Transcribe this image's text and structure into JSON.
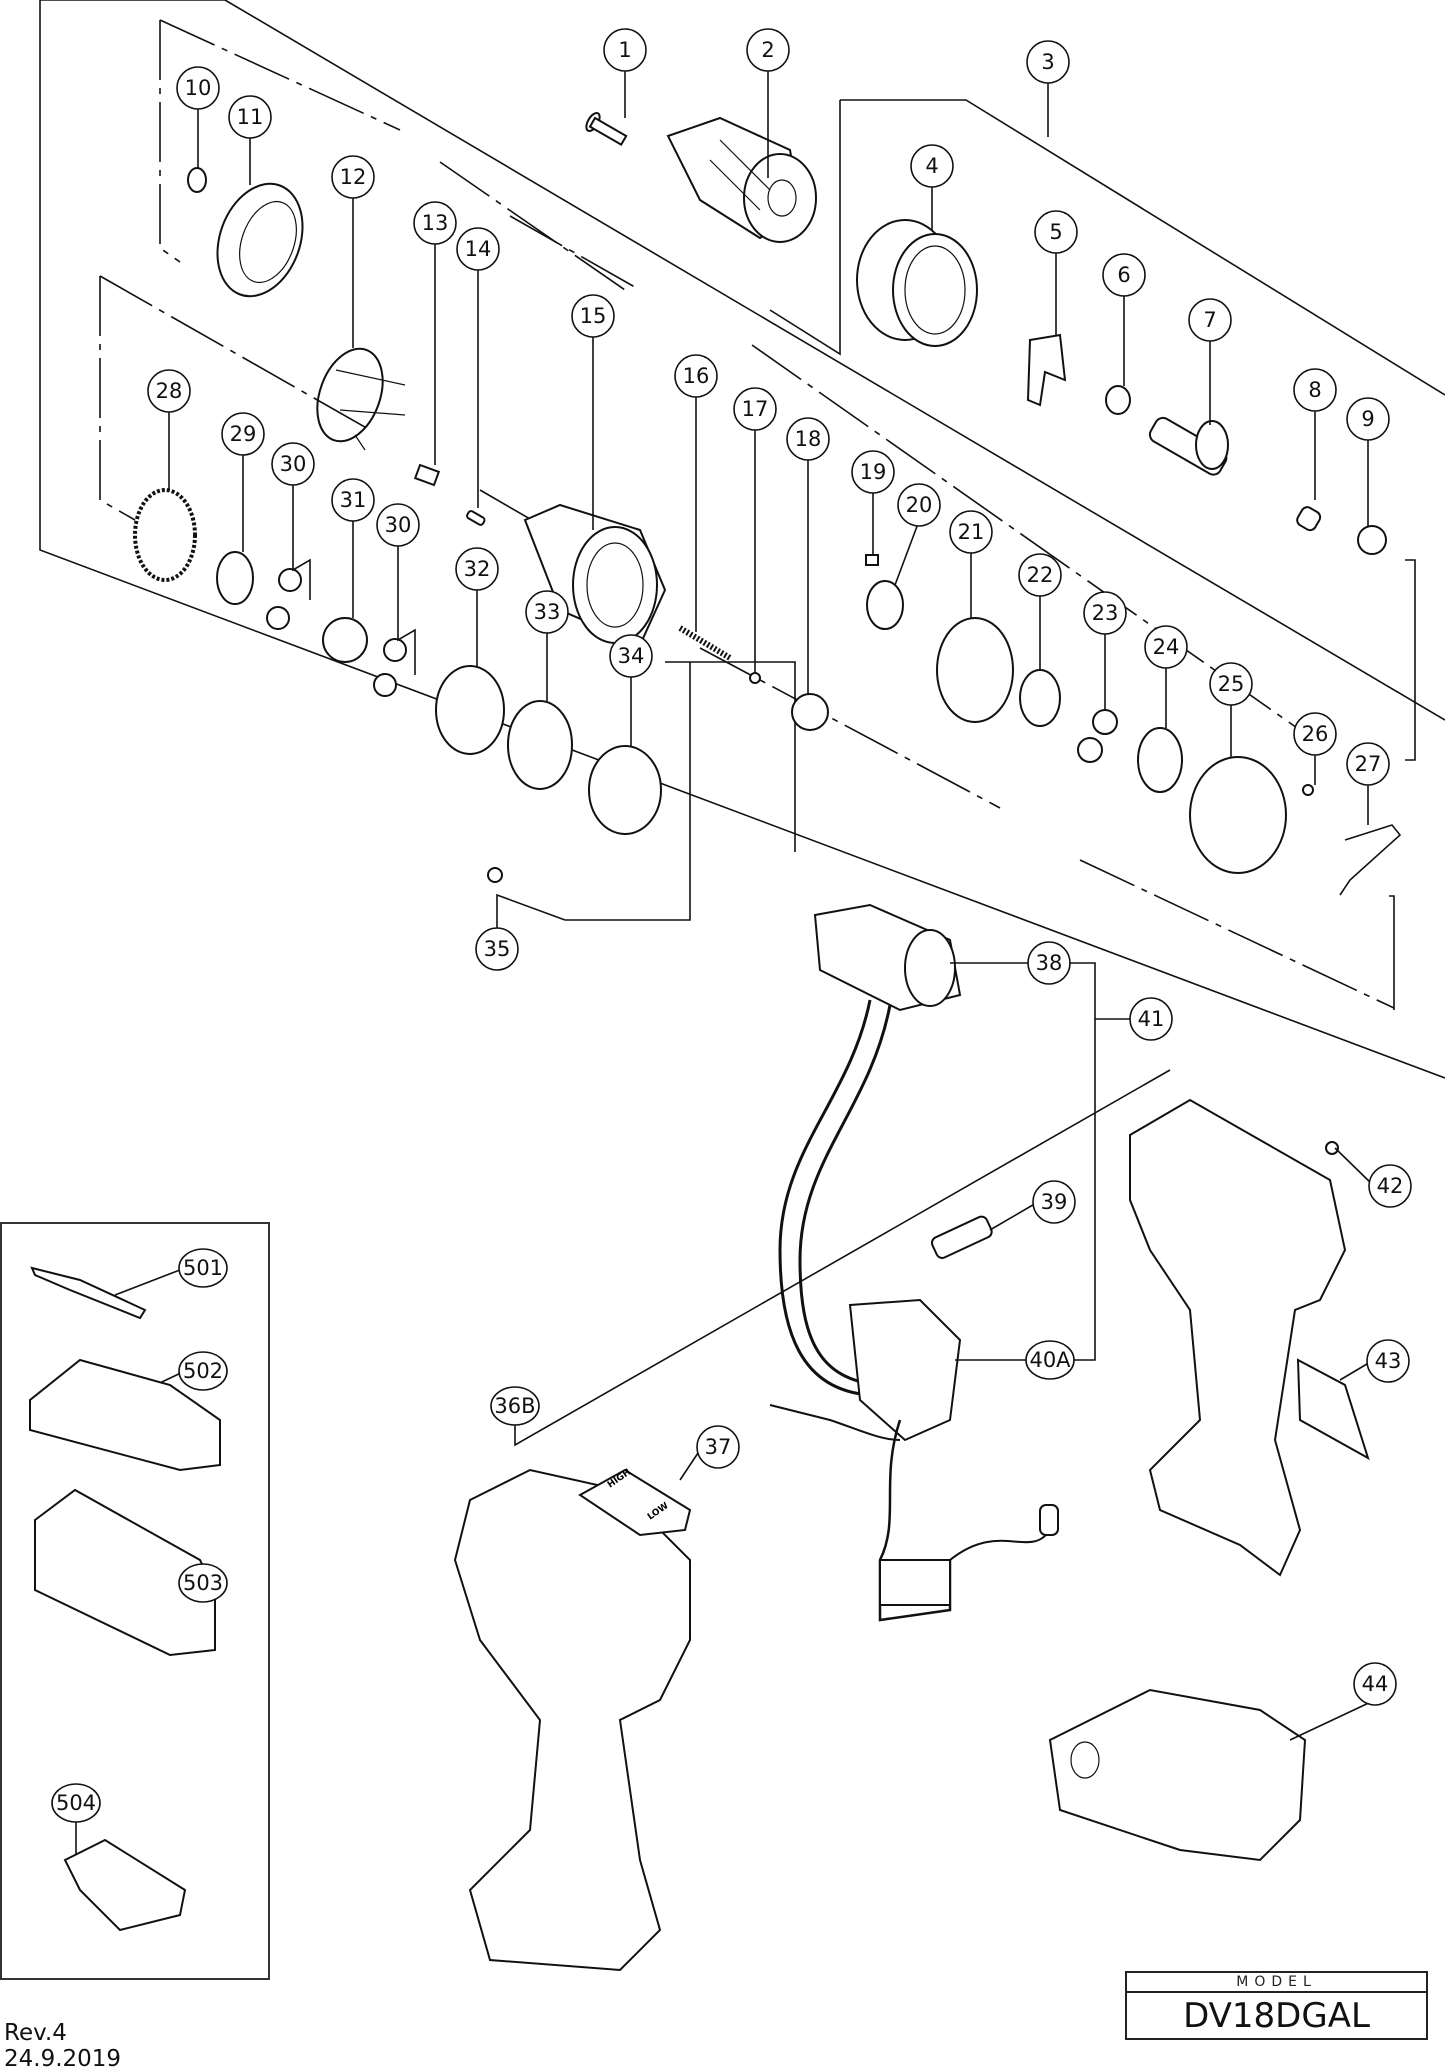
{
  "document": {
    "type": "exploded parts diagram",
    "model_label": "MODEL",
    "model": "DV18DGAL",
    "revision": "Rev.4",
    "date": "24.9.2019"
  },
  "callouts": [
    {
      "id": "1",
      "label": "1"
    },
    {
      "id": "2",
      "label": "2"
    },
    {
      "id": "3",
      "label": "3"
    },
    {
      "id": "4",
      "label": "4"
    },
    {
      "id": "5",
      "label": "5"
    },
    {
      "id": "6",
      "label": "6"
    },
    {
      "id": "7",
      "label": "7"
    },
    {
      "id": "8",
      "label": "8"
    },
    {
      "id": "9",
      "label": "9"
    },
    {
      "id": "10",
      "label": "10"
    },
    {
      "id": "11",
      "label": "11"
    },
    {
      "id": "12",
      "label": "12"
    },
    {
      "id": "13",
      "label": "13"
    },
    {
      "id": "14",
      "label": "14"
    },
    {
      "id": "15",
      "label": "15"
    },
    {
      "id": "16",
      "label": "16"
    },
    {
      "id": "17",
      "label": "17"
    },
    {
      "id": "18",
      "label": "18"
    },
    {
      "id": "19",
      "label": "19"
    },
    {
      "id": "20",
      "label": "20"
    },
    {
      "id": "21",
      "label": "21"
    },
    {
      "id": "22",
      "label": "22"
    },
    {
      "id": "23",
      "label": "23"
    },
    {
      "id": "24",
      "label": "24"
    },
    {
      "id": "25",
      "label": "25"
    },
    {
      "id": "26",
      "label": "26"
    },
    {
      "id": "27",
      "label": "27"
    },
    {
      "id": "28",
      "label": "28"
    },
    {
      "id": "29",
      "label": "29"
    },
    {
      "id": "30a",
      "label": "30"
    },
    {
      "id": "31",
      "label": "31"
    },
    {
      "id": "30b",
      "label": "30"
    },
    {
      "id": "32",
      "label": "32"
    },
    {
      "id": "33",
      "label": "33"
    },
    {
      "id": "34",
      "label": "34"
    },
    {
      "id": "35",
      "label": "35"
    },
    {
      "id": "38",
      "label": "38"
    },
    {
      "id": "41",
      "label": "41"
    },
    {
      "id": "39",
      "label": "39"
    },
    {
      "id": "40A",
      "label": "40A"
    },
    {
      "id": "42",
      "label": "42"
    },
    {
      "id": "43",
      "label": "43"
    },
    {
      "id": "36B",
      "label": "36B"
    },
    {
      "id": "37",
      "label": "37"
    },
    {
      "id": "44",
      "label": "44"
    },
    {
      "id": "501",
      "label": "501"
    },
    {
      "id": "502",
      "label": "502"
    },
    {
      "id": "503",
      "label": "503"
    },
    {
      "id": "504",
      "label": "504"
    }
  ],
  "switch_labels": {
    "high": "HIGH",
    "low": "LOW"
  }
}
